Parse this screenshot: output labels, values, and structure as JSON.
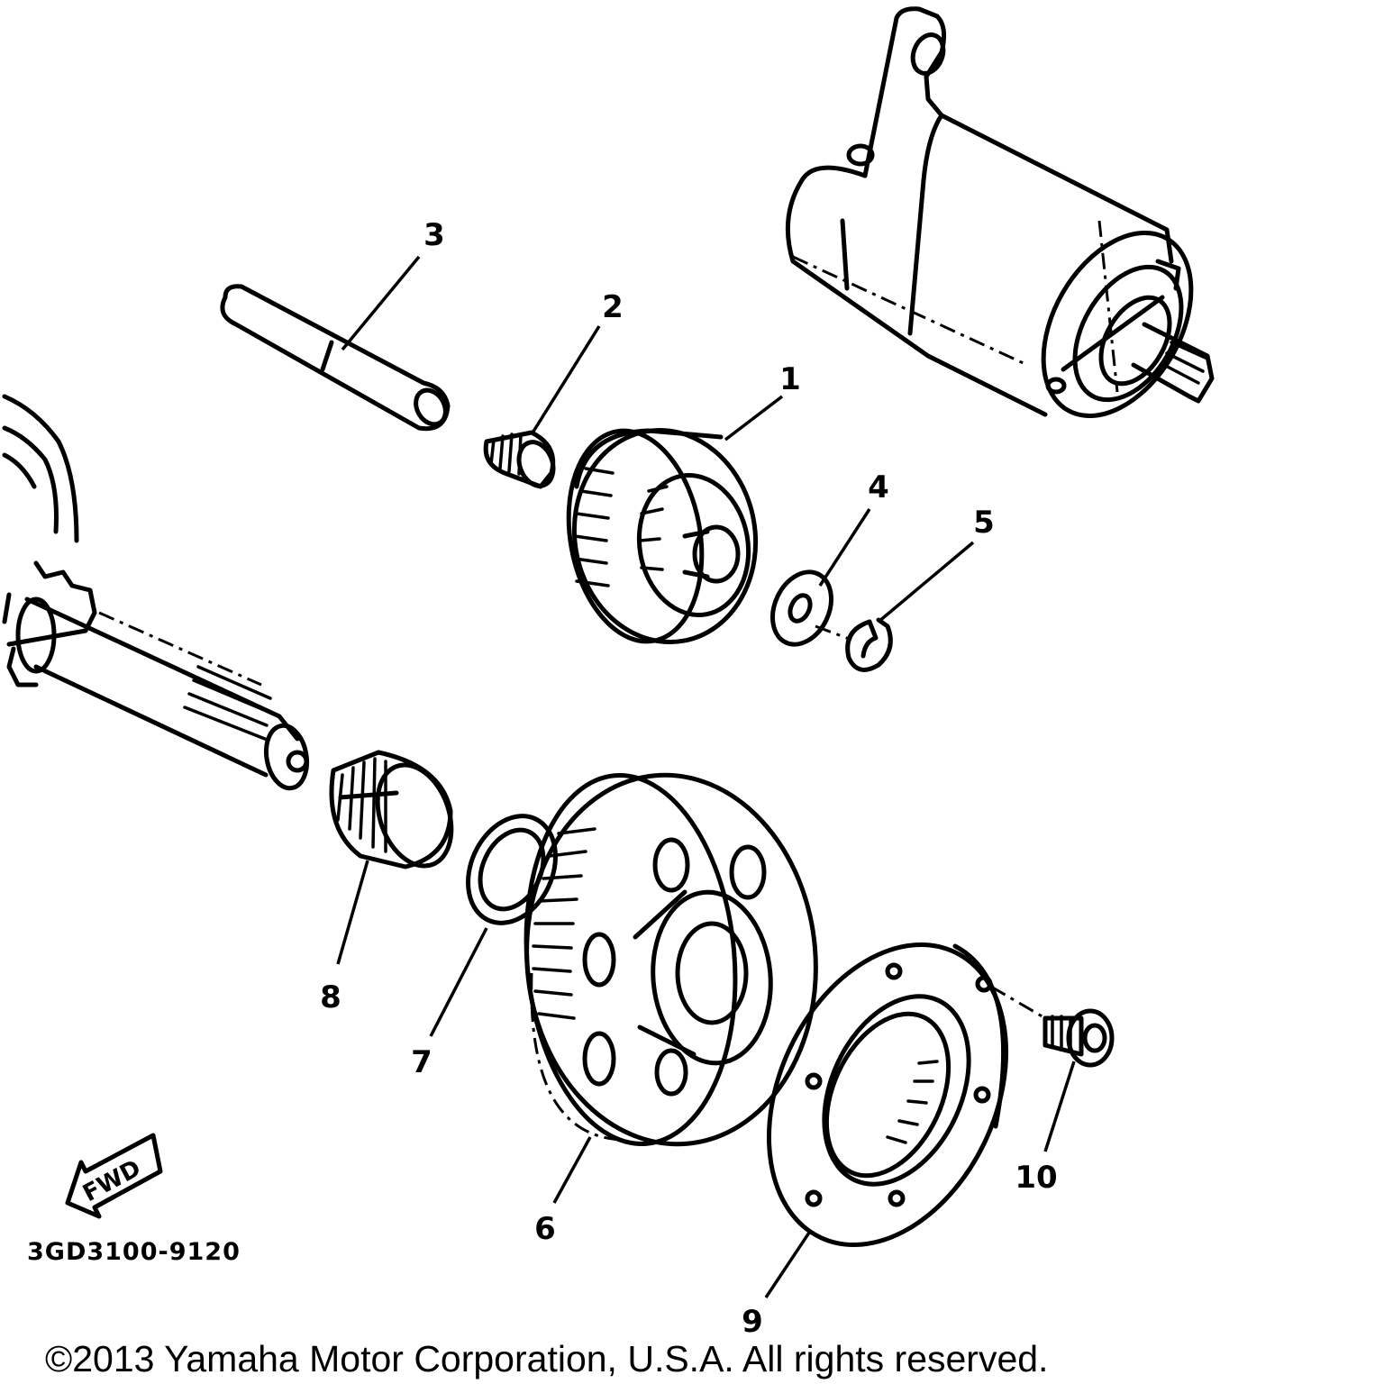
{
  "diagram": {
    "part_numbers": {
      "p1": "1",
      "p2": "2",
      "p3": "3",
      "p4": "4",
      "p5": "5",
      "p6": "6",
      "p7": "7",
      "p8": "8",
      "p9": "9",
      "p10": "10"
    },
    "fwd_label": "FWD",
    "diagram_code": "3GD3100-9120",
    "copyright": "©2013 Yamaha Motor Corporation, U.S.A. All rights reserved."
  }
}
